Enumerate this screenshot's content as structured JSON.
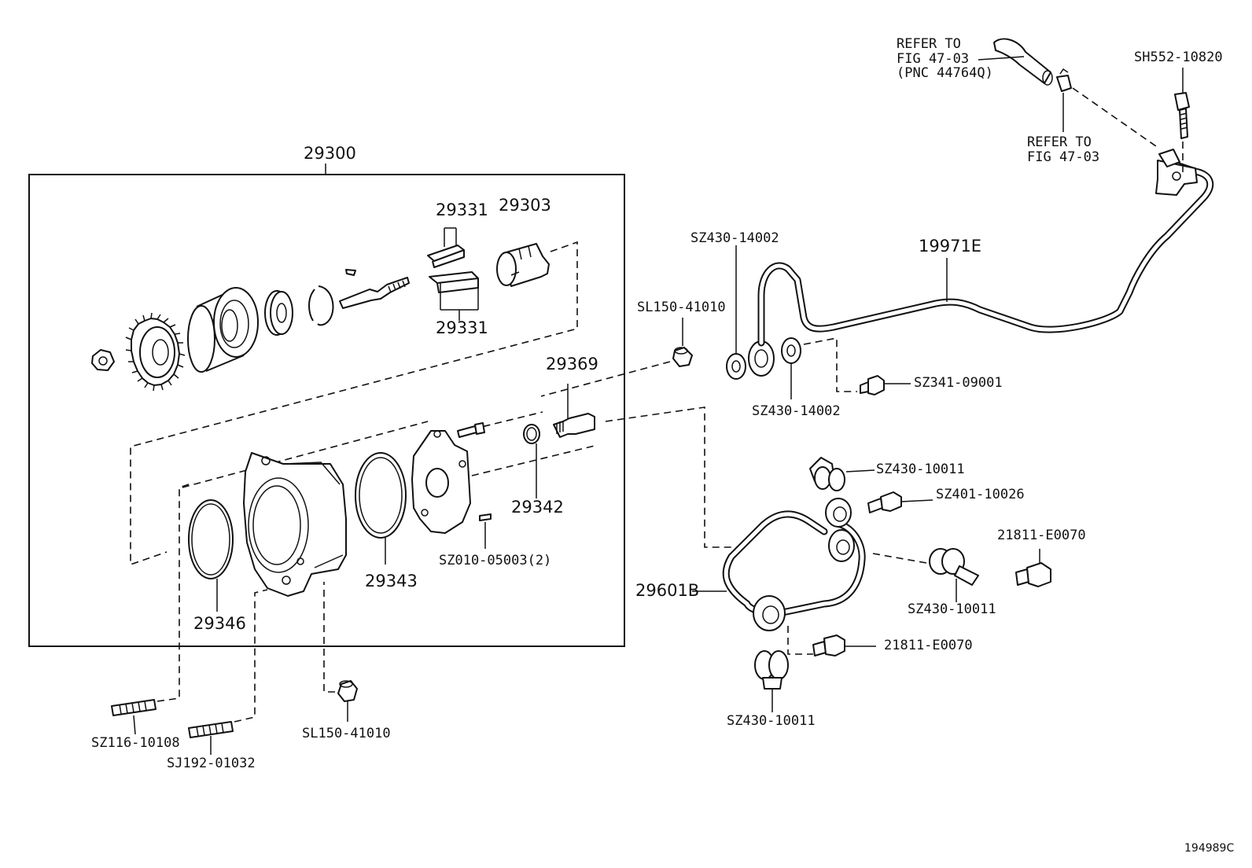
{
  "diagram": {
    "assembly_label": "29300",
    "figure_code": "194989C",
    "labels": {
      "p29331_top": "29331",
      "p29303": "29303",
      "p29331_bottom": "29331",
      "p29369": "29369",
      "p29342": "29342",
      "p29343": "29343",
      "p29346": "29346",
      "sz010": "SZ010-05003(2)",
      "sz116": "SZ116-10108",
      "sj192": "SJ192-01032",
      "sl150_bottom": "SL150-41010",
      "sl150_top": "SL150-41010",
      "sz430_14002_top": "SZ430-14002",
      "sz430_14002_bottom": "SZ430-14002",
      "p19971e": "19971E",
      "sz341": "SZ341-09001",
      "refer_hose": "REFER TO\nFIG 47-03\n(PNC 44764Q)",
      "refer_clamp": "REFER TO\nFIG 47-03",
      "sh552": "SH552-10820",
      "sz430_10011_a": "SZ430-10011",
      "sz401": "SZ401-10026",
      "p21811_top": "21811-E0070",
      "p29601b": "29601B",
      "sz430_10011_b": "SZ430-10011",
      "p21811_bottom": "21811-E0070",
      "sz430_10011_c": "SZ430-10011"
    }
  }
}
